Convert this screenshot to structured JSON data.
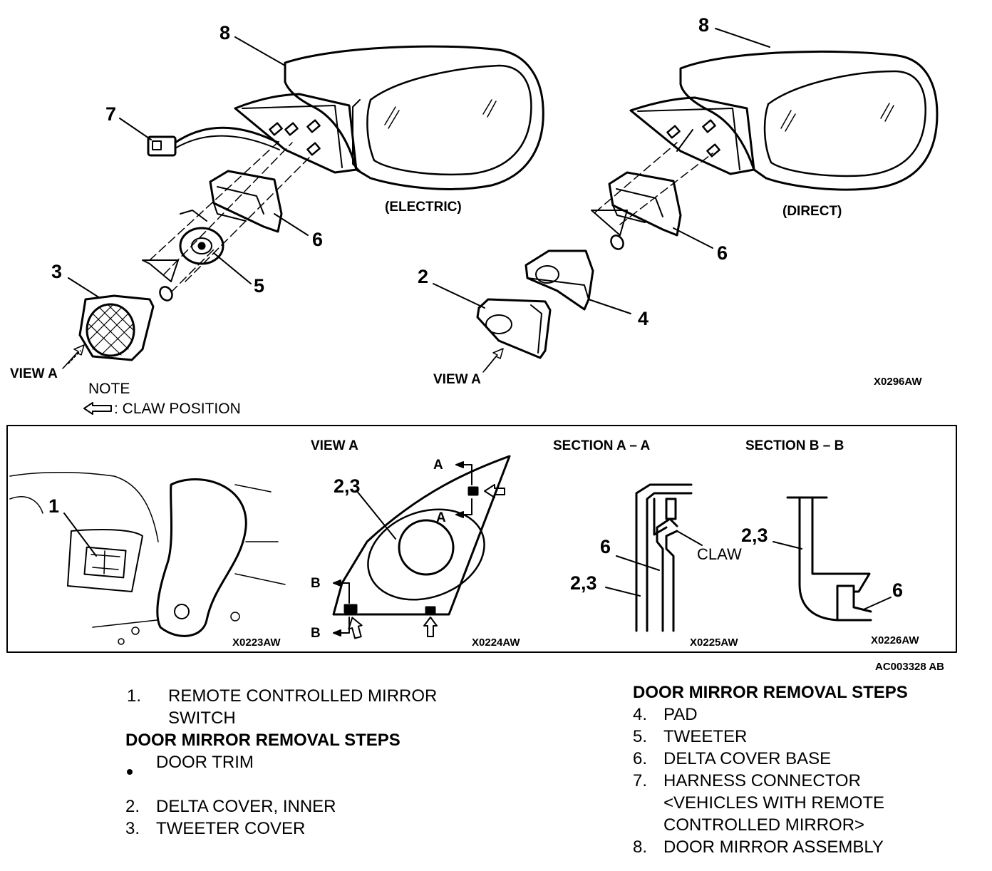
{
  "top": {
    "callouts": {
      "c1": "1",
      "c2": "2",
      "c3": "3",
      "c4": "4",
      "c5": "5",
      "c6a": "6",
      "c6b": "6",
      "c7": "7",
      "c8a": "8",
      "c8b": "8",
      "c23a": "2,3",
      "c23b": "2,3",
      "c23c": "2,3",
      "c6c": "6",
      "c6d": "6"
    },
    "electric_label": "(ELECTRIC)",
    "direct_label": "(DIRECT)",
    "view_a_left": "VIEW A",
    "view_a_right": "VIEW A",
    "figure_code": "X0296AW"
  },
  "note": {
    "title": "NOTE",
    "text": ": CLAW POSITION"
  },
  "panel": {
    "view_a_title": "VIEW A",
    "section_aa_title": "SECTION A – A",
    "section_bb_title": "SECTION B – B",
    "arrow_a_top": "A",
    "arrow_a_bottom": "A",
    "arrow_b_top": "B",
    "arrow_b_bottom": "B",
    "claw_label": "CLAW",
    "codes": [
      "X0223AW",
      "X0224AW",
      "X0225AW",
      "X0226AW"
    ],
    "doc_code": "AC003328 AB"
  },
  "legend": {
    "left": {
      "item1_num": "1.",
      "item1_line1": "REMOTE CONTROLLED MIRROR",
      "item1_line2": "SWITCH",
      "heading": "DOOR MIRROR REMOVAL STEPS",
      "bullet_text": "DOOR TRIM",
      "items": [
        {
          "num": "2.",
          "text": "DELTA COVER, INNER"
        },
        {
          "num": "3.",
          "text": "TWEETER COVER"
        }
      ]
    },
    "right": {
      "heading": "DOOR MIRROR REMOVAL STEPS",
      "items": [
        {
          "num": "4.",
          "text": "PAD"
        },
        {
          "num": "5.",
          "text": "TWEETER"
        },
        {
          "num": "6.",
          "text": "DELTA COVER BASE"
        },
        {
          "num": "7.",
          "text": "HARNESS CONNECTOR"
        },
        {
          "num": "",
          "text": "<VEHICLES WITH REMOTE"
        },
        {
          "num": "",
          "text": "CONTROLLED MIRROR>"
        },
        {
          "num": "8.",
          "text": "DOOR MIRROR ASSEMBLY"
        }
      ]
    }
  }
}
